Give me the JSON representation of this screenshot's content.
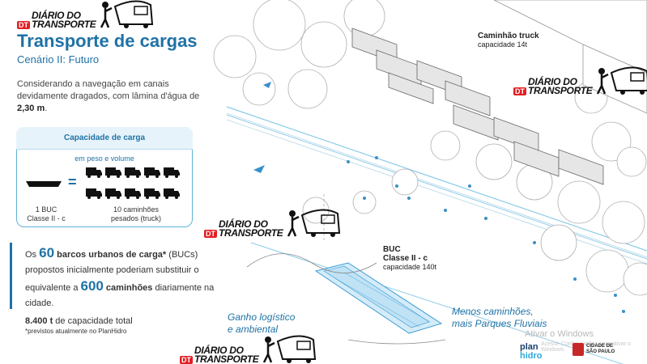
{
  "logo": {
    "badge": "DT",
    "line1": "DIÁRIO DO",
    "line2": "TRANSPORTE"
  },
  "header": {
    "title": "Transporte de cargas",
    "subtitle": "Cenário II: Futuro"
  },
  "intro": {
    "text": "Considerando a navegação em canais devidamente dragados, com lâmina d'água de ",
    "highlight": "2,30 m",
    "end": "."
  },
  "capacity": {
    "heading": "Capacidade de carga",
    "subheading": "em peso e volume",
    "equals": "=",
    "left_label_1": "1 BUC",
    "left_label_2": "Classe II - c",
    "right_label_1": "10 caminhões",
    "right_label_2": "pesados (truck)"
  },
  "stat": {
    "p1": "Os ",
    "n1": "60",
    "p2": " barcos urbanos de carga*",
    "p3": " (BUCs) propostos inicialmente poderiam substituir o equivalente a ",
    "n2": "600",
    "p4": " caminhões",
    "p5": " diariamente na cidade."
  },
  "total": {
    "value": "8.400 t",
    "rest": " de capacidade total"
  },
  "footnote": "*previstos atualmente no PlanHidro",
  "scene": {
    "truck_title": "Caminhão truck",
    "truck_cap": "capacidade 14t",
    "buc_title_1": "BUC",
    "buc_title_2": "Classe II - c",
    "buc_cap": "capacidade 140t",
    "gain_1": "Ganho logístico",
    "gain_2": "e ambiental",
    "less_1": "Menos caminhões,",
    "less_2": "mais Parques Fluviais"
  },
  "watermark": {
    "line1": "Ativar o Windows",
    "line2": "Acesse Configurações para ativar o Windows."
  },
  "brand": {
    "plan": "plan",
    "hidro": "hidro",
    "city_1": "CIDADE DE",
    "city_2": "SÃO PAULO"
  },
  "colors": {
    "accent": "#1f72a6",
    "light": "#5fb2d9",
    "badge": "#e31e24"
  }
}
